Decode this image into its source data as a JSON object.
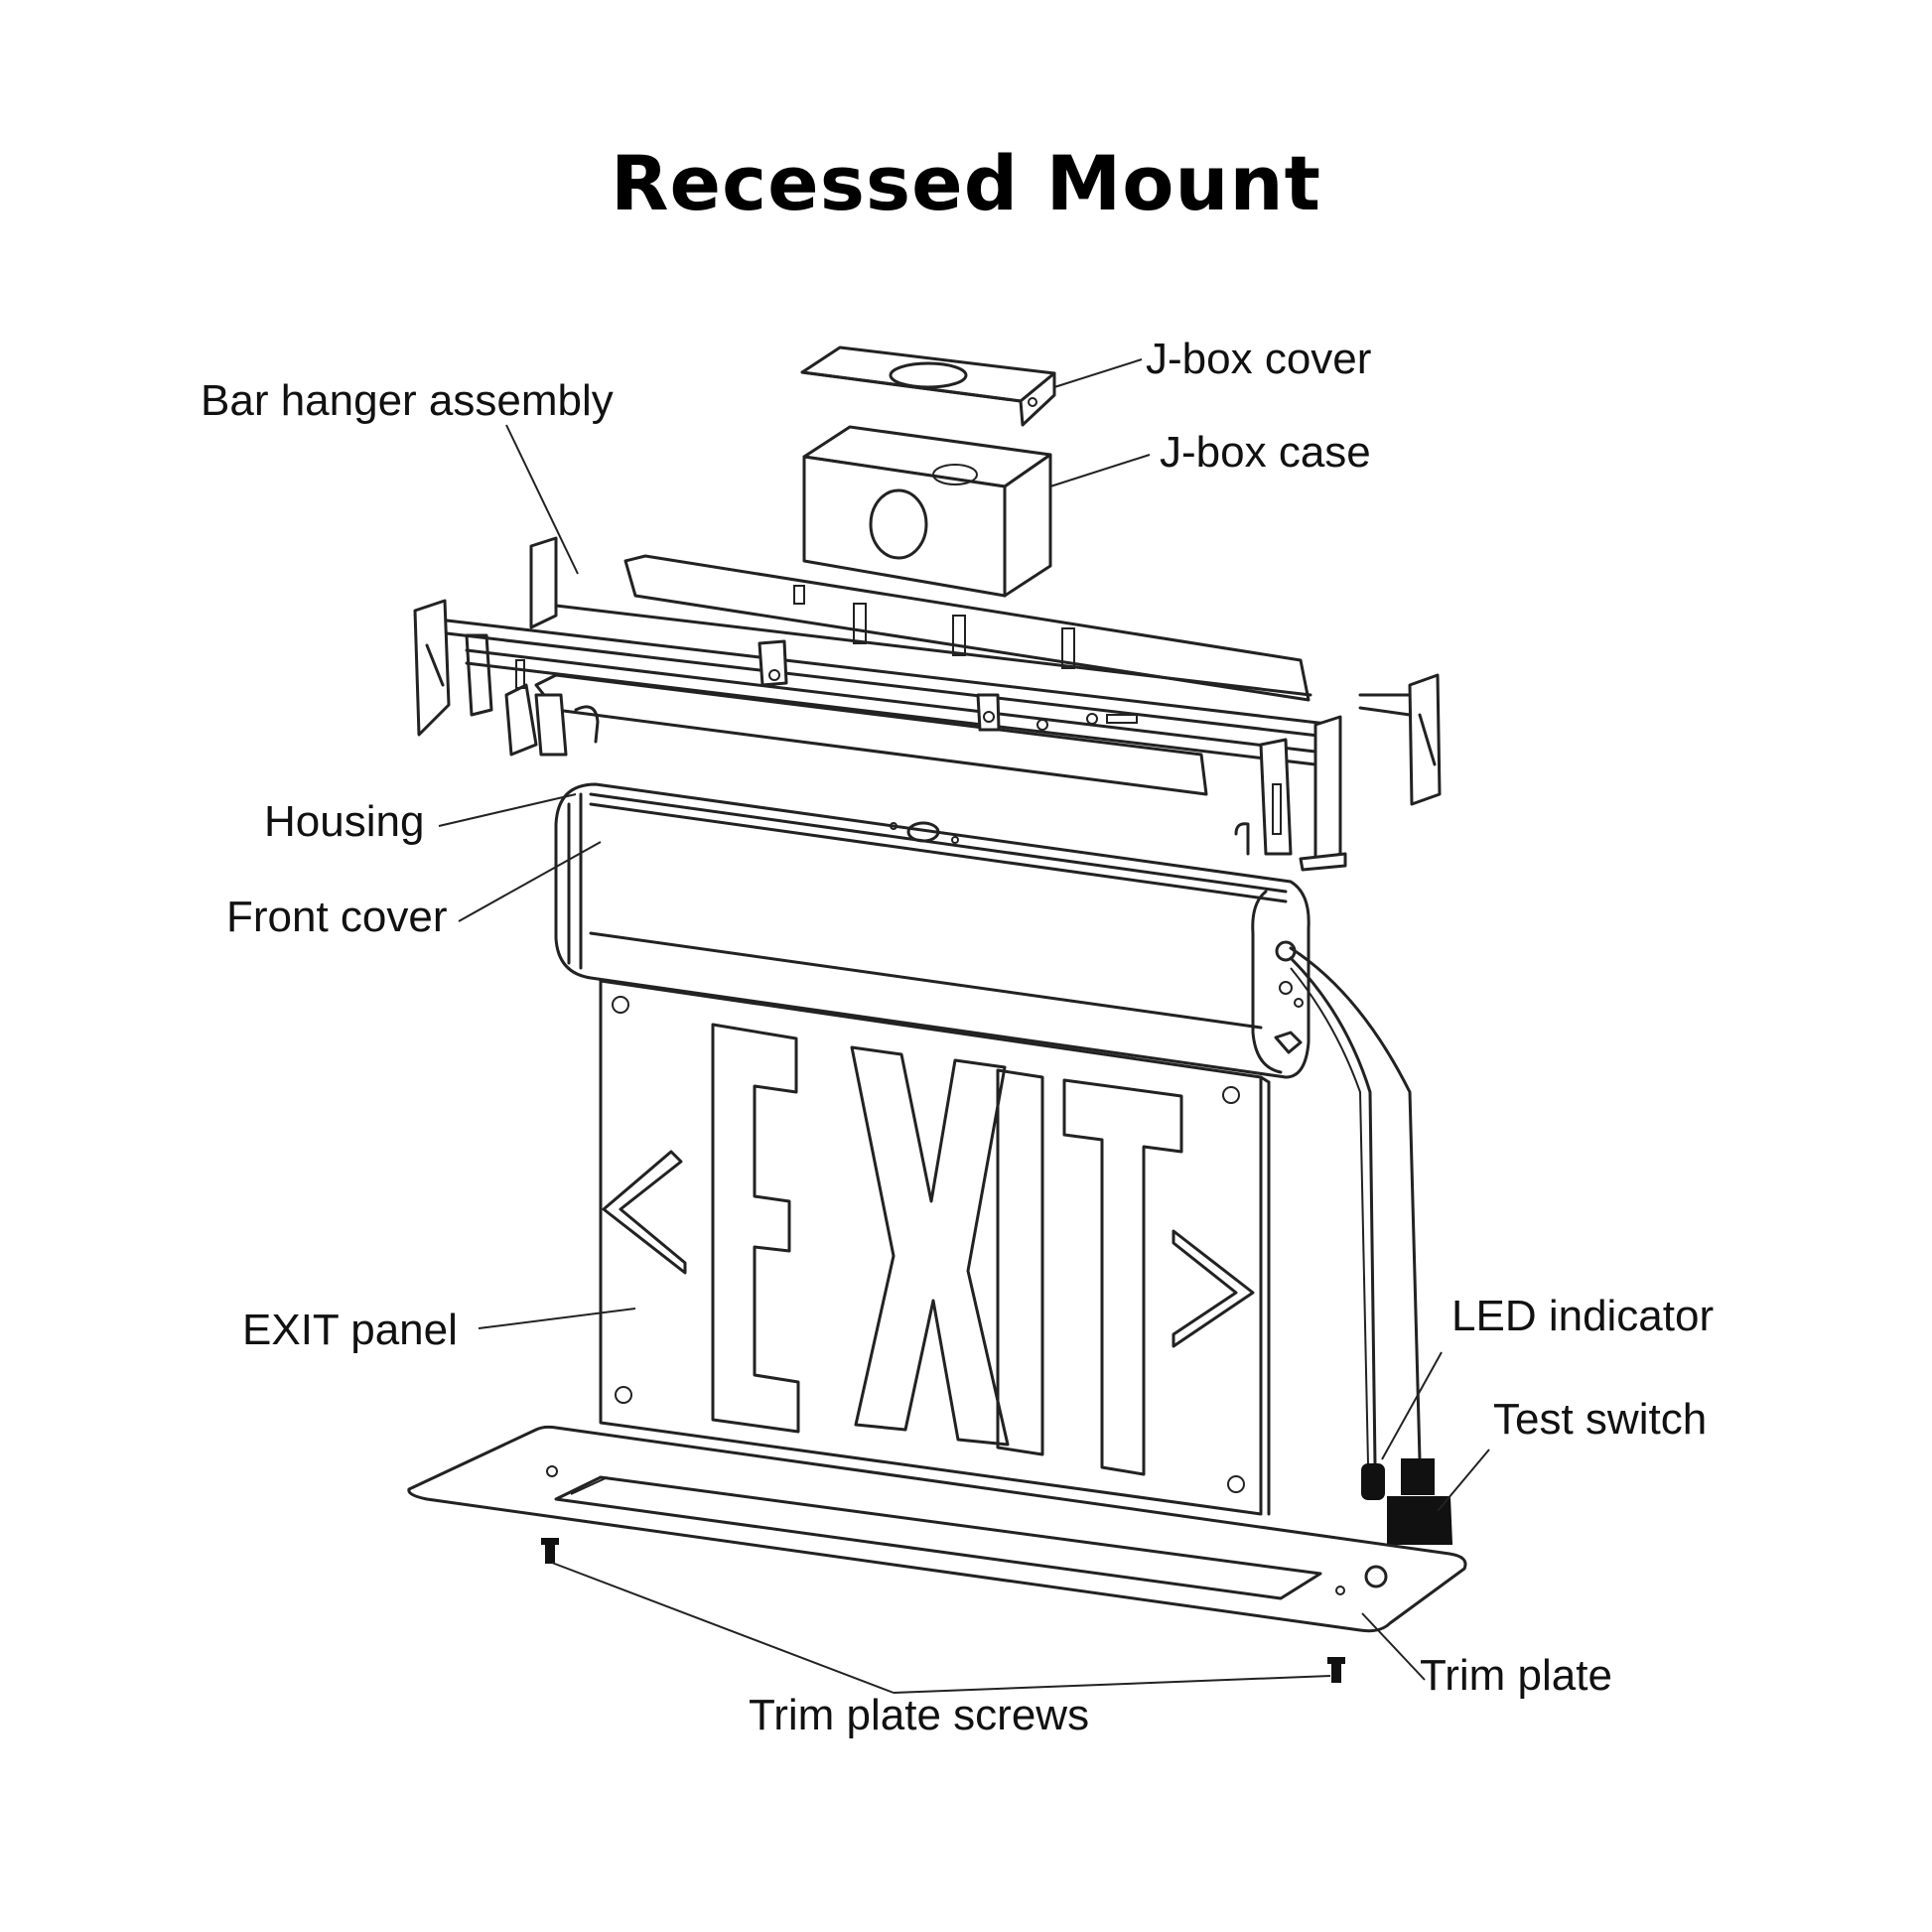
{
  "diagram": {
    "title": "Recessed Mount",
    "labels": {
      "jbox_cover": "J-box cover",
      "jbox_case": "J-box case",
      "bar_hanger": "Bar hanger assembly",
      "housing": "Housing",
      "front_cover": "Front cover",
      "exit_panel": "EXIT panel",
      "led_indicator": "LED indicator",
      "test_switch": "Test switch",
      "trim_plate": "Trim plate",
      "trim_plate_screws": "Trim plate screws"
    },
    "sign_text": "EXIT",
    "colors": {
      "line": "#222222",
      "background": "#ffffff"
    }
  }
}
